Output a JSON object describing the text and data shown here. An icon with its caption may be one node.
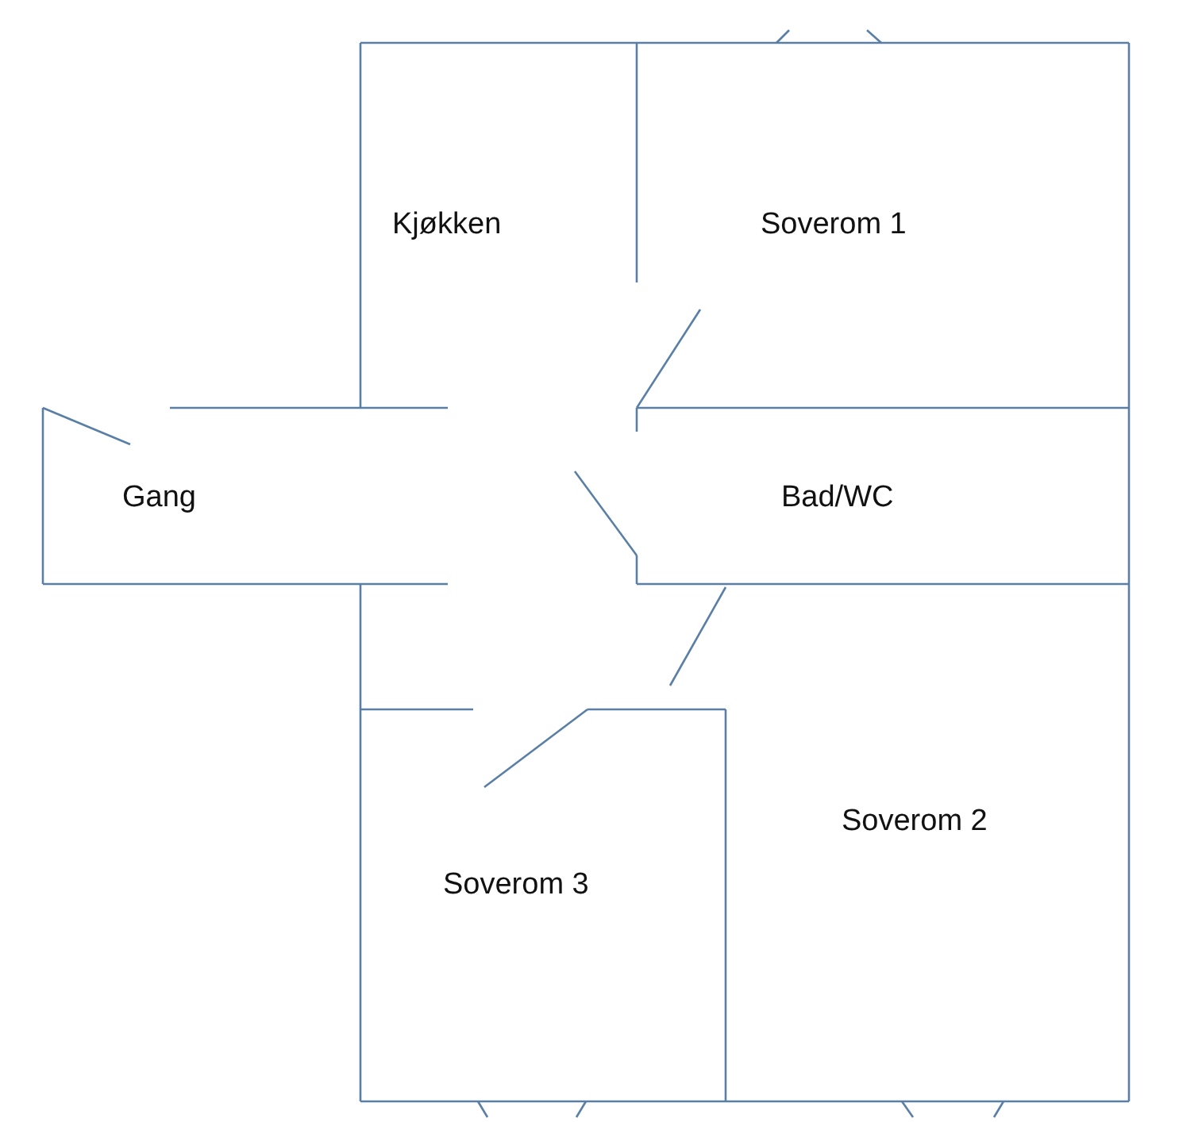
{
  "diagram": {
    "nodes": [
      {
        "text": [
          "Kjøkken"
        ]
      },
      {
        "text": [
          "Soverom 1"
        ]
      },
      {
        "text": [
          "Gang"
        ]
      },
      {
        "text": [
          "Bad/WC"
        ]
      },
      {
        "text": [
          "Soverom 2"
        ]
      },
      {
        "text": [
          "Soverom 3"
        ]
      }
    ]
  }
}
